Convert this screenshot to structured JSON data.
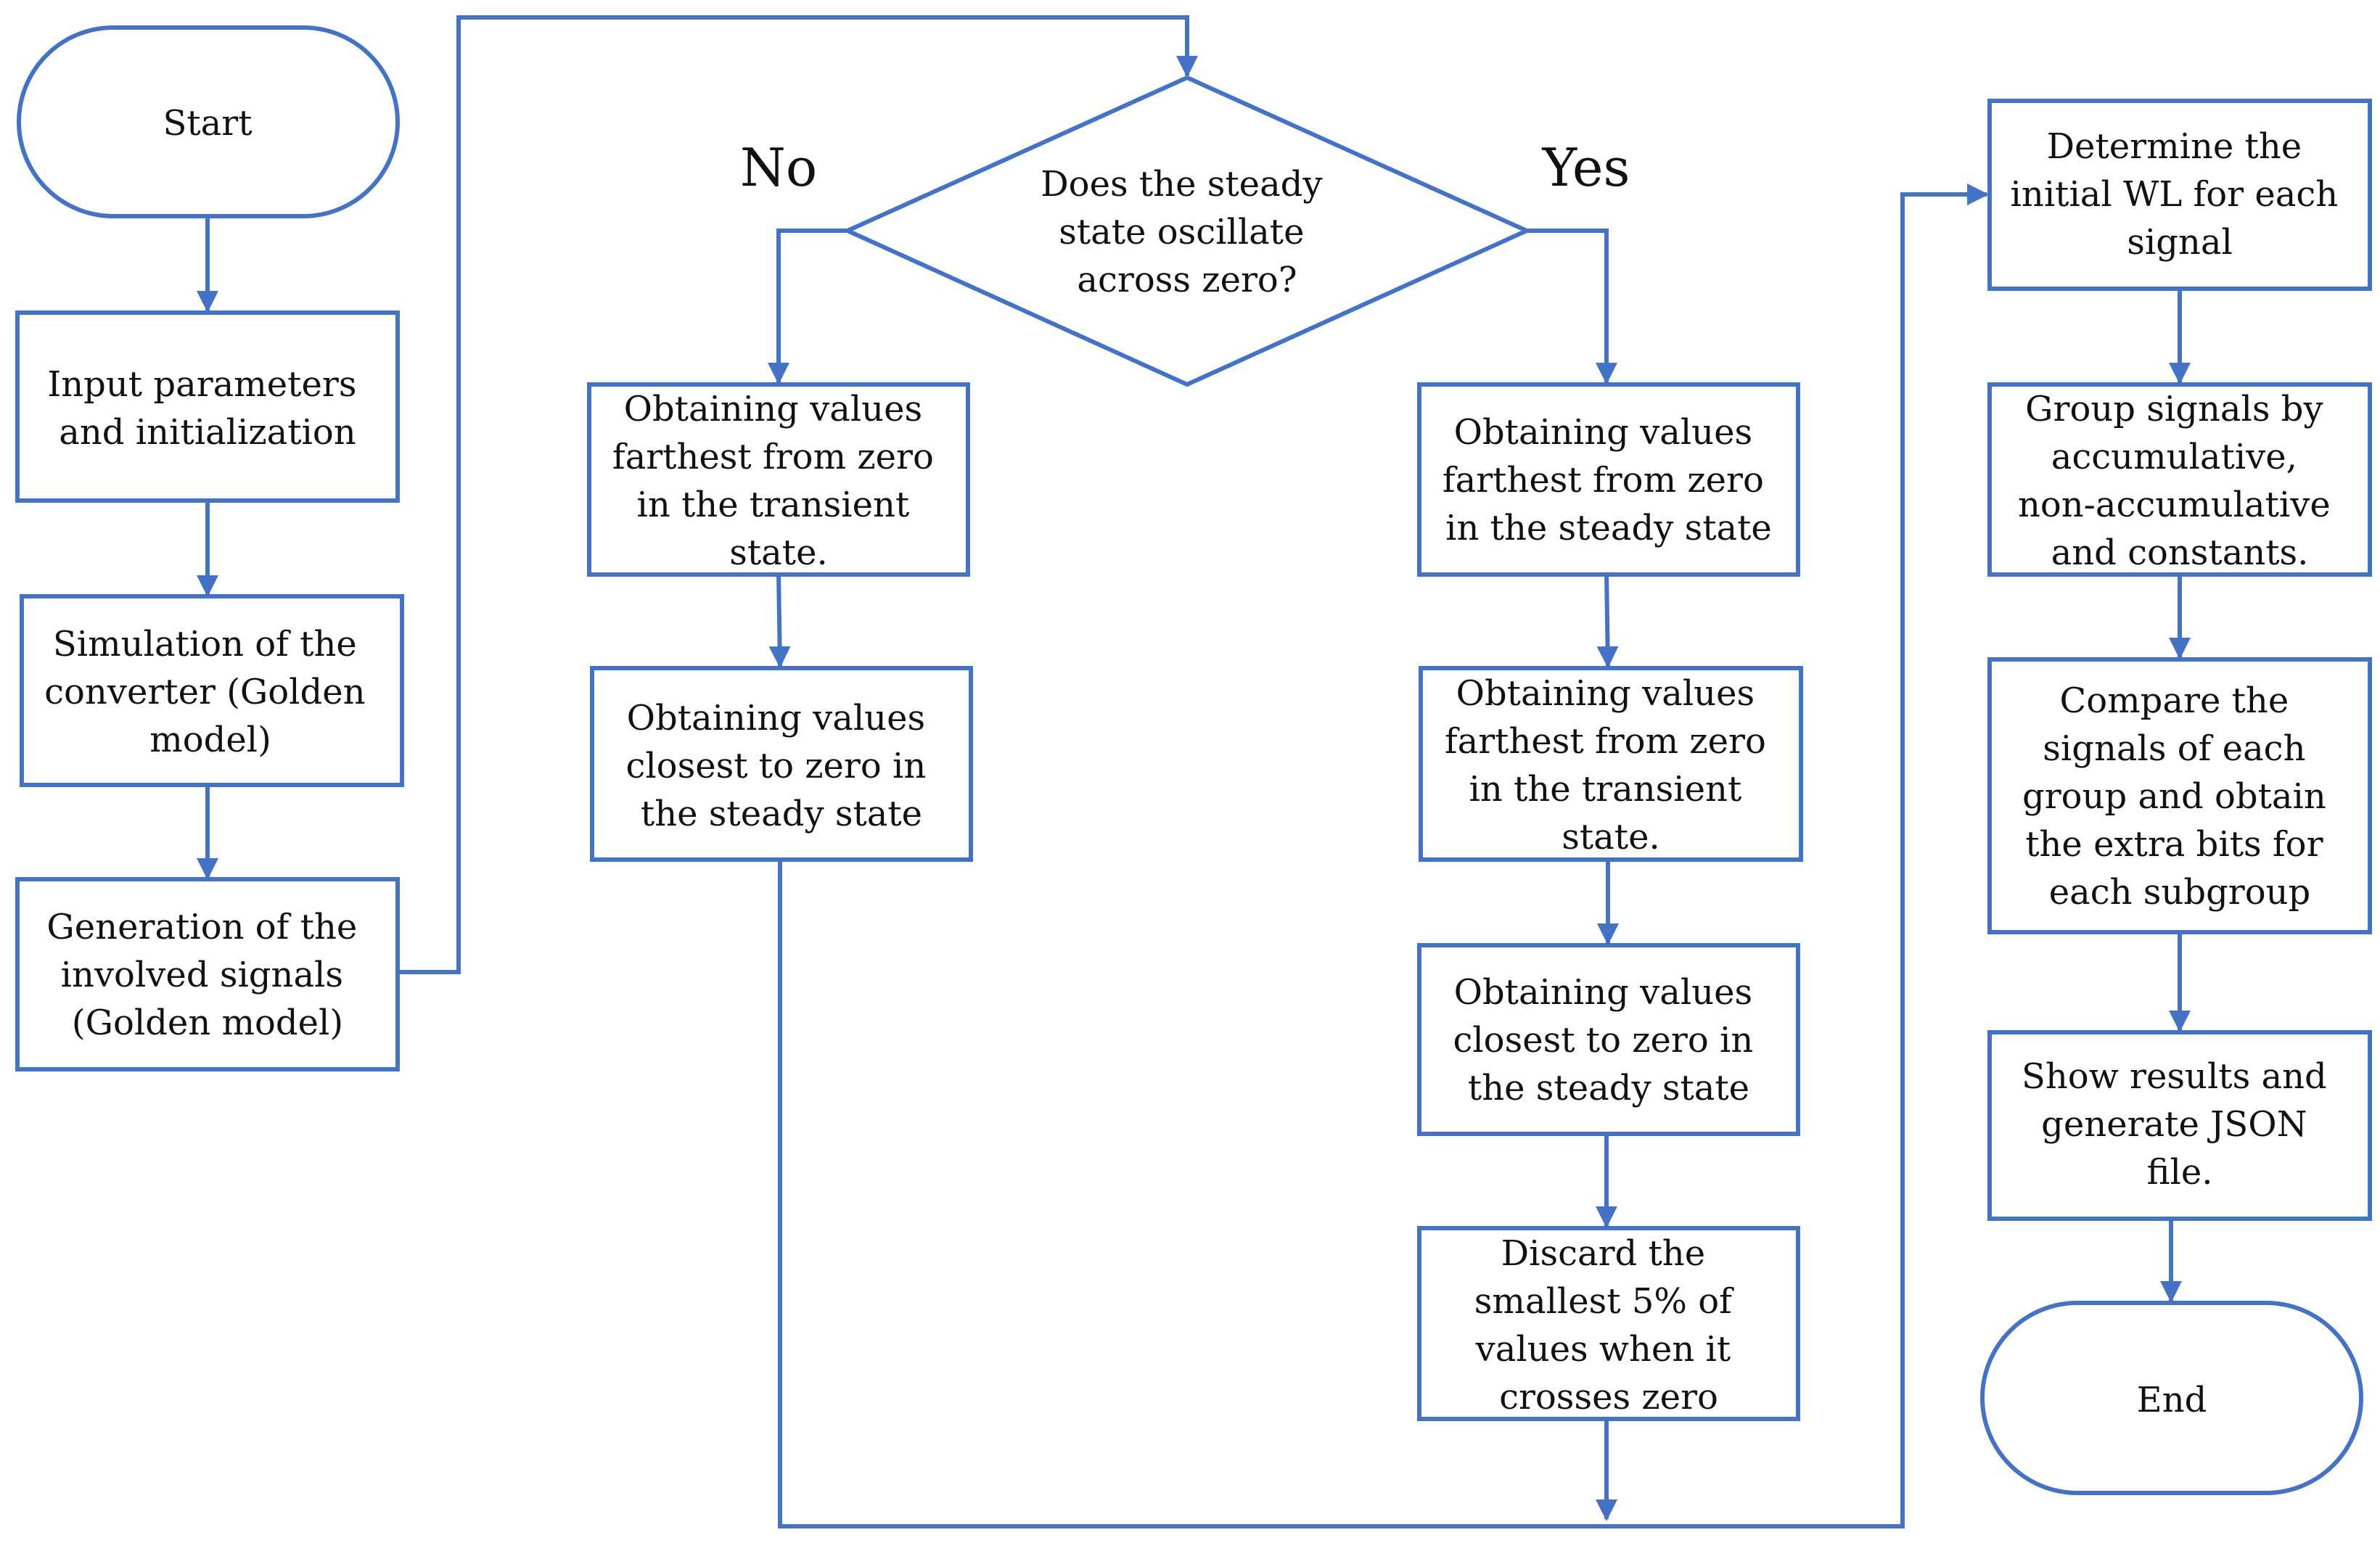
{
  "colors": {
    "stroke": "#4472c4",
    "text": "#111111",
    "background": "#ffffff"
  },
  "nodes": {
    "start": {
      "lines": [
        "Start"
      ]
    },
    "input": {
      "lines": [
        "Input parameters",
        "and initialization"
      ]
    },
    "simulation": {
      "lines": [
        "Simulation of the",
        "converter (Golden",
        "model)"
      ]
    },
    "generation": {
      "lines": [
        "Generation of the",
        "involved signals",
        "(Golden model)"
      ]
    },
    "decision": {
      "lines": [
        "Does the steady",
        "state oscillate",
        "across zero?"
      ]
    },
    "no_farthest_transient": {
      "lines": [
        "Obtaining values",
        "farthest from zero",
        "in the transient",
        "state."
      ]
    },
    "no_closest_steady": {
      "lines": [
        "Obtaining values",
        "closest to zero in",
        "the steady state"
      ]
    },
    "yes_farthest_steady": {
      "lines": [
        "Obtaining values",
        "farthest from zero",
        "in the steady state"
      ]
    },
    "yes_farthest_transient": {
      "lines": [
        "Obtaining values",
        "farthest from zero",
        "in the transient",
        "state."
      ]
    },
    "yes_closest_steady": {
      "lines": [
        "Obtaining values",
        "closest to zero in",
        "the steady state"
      ]
    },
    "discard": {
      "lines": [
        "Discard the",
        "smallest 5% of",
        "values when it",
        "crosses zero"
      ]
    },
    "determine_wl": {
      "lines": [
        "Determine the",
        "initial WL for each",
        "signal"
      ]
    },
    "group": {
      "lines": [
        "Group signals by",
        "accumulative,",
        "non-accumulative",
        "and constants."
      ]
    },
    "compare": {
      "lines": [
        "Compare the",
        "signals of each",
        "group and obtain",
        "the extra bits for",
        "each subgroup"
      ]
    },
    "show": {
      "lines": [
        "Show results and",
        "generate JSON",
        "file."
      ]
    },
    "end": {
      "lines": [
        "End"
      ]
    }
  },
  "branches": {
    "no": "No",
    "yes": "Yes"
  }
}
